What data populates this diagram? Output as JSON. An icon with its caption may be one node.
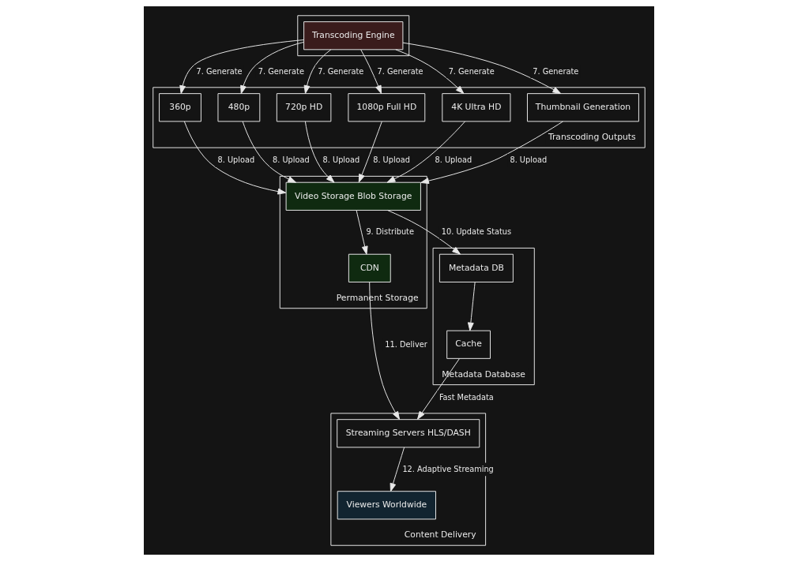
{
  "diagram": {
    "nodes": [
      {
        "text": [],
        "shape": "box"
      },
      {
        "text": [
          "Transcoding Engine"
        ],
        "in": 0
      },
      {
        "text": [
          "Transcoding Outputs"
        ]
      },
      {
        "text": [
          "360p"
        ],
        "in": 2
      },
      {
        "text": [
          "480p"
        ],
        "in": 2
      },
      {
        "text": [
          "720p HD"
        ],
        "in": 2
      },
      {
        "text": [
          "1080p Full HD"
        ],
        "in": 2
      },
      {
        "text": [
          "4K Ultra HD"
        ],
        "in": 2
      },
      {
        "text": [
          "Thumbnail Generation"
        ],
        "in": 2
      },
      {
        "text": [
          "Permanent Storage"
        ]
      },
      {
        "text": [
          "Video Storage Blob Storage"
        ],
        "in": 9
      },
      {
        "text": [
          "CDN"
        ],
        "in": 9
      },
      {
        "text": [
          "Metadata Database"
        ]
      },
      {
        "text": [
          "Metadata DB"
        ],
        "in": 12
      },
      {
        "text": [
          "Cache"
        ],
        "in": 12
      },
      {
        "text": [
          "Content Delivery"
        ]
      },
      {
        "text": [
          "Streaming Servers HLS/DASH"
        ],
        "in": 15
      },
      {
        "text": [
          "Viewers Worldwide"
        ],
        "in": 15
      }
    ],
    "edges": [
      {
        "from": 1,
        "to": 3,
        "arrow": "to",
        "label": "7. Generate"
      },
      {
        "from": 1,
        "to": 4,
        "arrow": "to",
        "label": "7. Generate"
      },
      {
        "from": 1,
        "to": 5,
        "arrow": "to",
        "label": "7. Generate"
      },
      {
        "from": 1,
        "to": 6,
        "arrow": "to",
        "label": "7. Generate"
      },
      {
        "from": 1,
        "to": 7,
        "arrow": "to",
        "label": "7. Generate"
      },
      {
        "from": 1,
        "to": 8,
        "arrow": "to",
        "label": "7. Generate"
      },
      {
        "from": 3,
        "to": 10,
        "arrow": "to",
        "label": "8. Upload"
      },
      {
        "from": 4,
        "to": 10,
        "arrow": "to",
        "label": "8. Upload"
      },
      {
        "from": 5,
        "to": 10,
        "arrow": "to",
        "label": "8. Upload"
      },
      {
        "from": 6,
        "to": 10,
        "arrow": "to",
        "label": "8. Upload"
      },
      {
        "from": 7,
        "to": 10,
        "arrow": "to",
        "label": "8. Upload"
      },
      {
        "from": 8,
        "to": 10,
        "arrow": "to",
        "label": "8. Upload"
      },
      {
        "from": 10,
        "to": 11,
        "arrow": "to",
        "label": "9. Distribute"
      },
      {
        "from": 10,
        "to": 13,
        "arrow": "to",
        "label": "10. Update Status"
      },
      {
        "from": 13,
        "to": 14,
        "arrow": "to"
      },
      {
        "from": 11,
        "to": 16,
        "arrow": "to",
        "label": "11. Deliver"
      },
      {
        "from": 14,
        "to": 16,
        "arrow": "to",
        "label": "Fast Metadata"
      },
      {
        "from": 16,
        "to": 17,
        "arrow": "to",
        "label": "12. Adaptive Streaming"
      }
    ]
  }
}
